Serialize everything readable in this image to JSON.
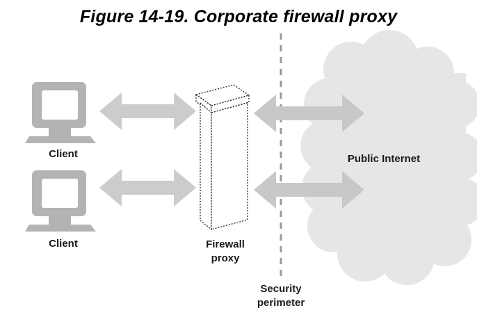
{
  "title": "Figure 14-19. Corporate firewall proxy",
  "labels": {
    "client_top": "Client",
    "client_bottom": "Client",
    "firewall_line1": "Firewall",
    "firewall_line2": "proxy",
    "internet": "Public Internet",
    "perimeter_line1": "Security",
    "perimeter_line2": "perimeter"
  },
  "icons": {
    "client": "computer-monitor-icon",
    "firewall": "firewall-tower-icon",
    "internet": "cloud-icon"
  },
  "colors": {
    "arrow": "#cccccc",
    "cloud": "#e6e6e6",
    "monitor": "#b3b3b3",
    "text": "#000000"
  }
}
